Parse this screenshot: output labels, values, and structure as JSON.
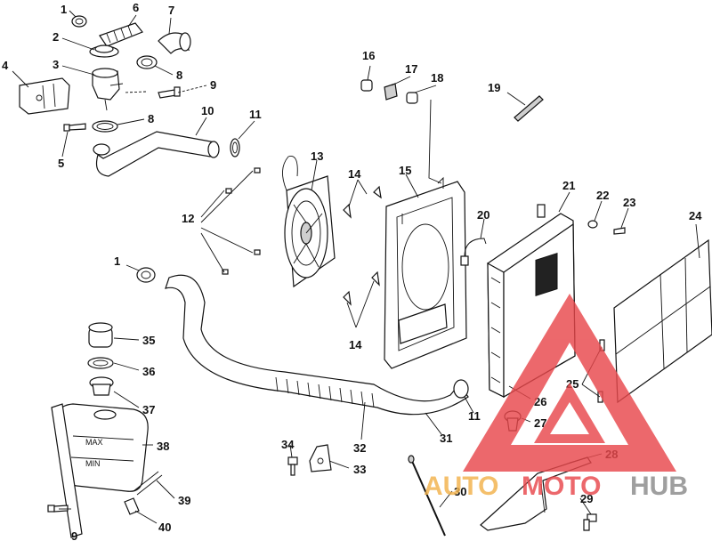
{
  "labels": {
    "l1a": "1",
    "l6": "6",
    "l7": "7",
    "l2": "2",
    "l8a": "8",
    "l3": "3",
    "l4": "4",
    "l9a": "9",
    "l8b": "8",
    "l10": "10",
    "l11a": "11",
    "l5": "5",
    "l16": "16",
    "l17": "17",
    "l18": "18",
    "l19": "19",
    "l13": "13",
    "l14a": "14",
    "l15": "15",
    "l12": "12",
    "l20": "20",
    "l21": "21",
    "l22": "22",
    "l23": "23",
    "l24": "24",
    "l1b": "1",
    "l14b": "14",
    "l35": "35",
    "l36": "36",
    "l37": "37",
    "l38": "38",
    "l25": "25",
    "l26": "26",
    "l27": "27",
    "l11b": "11",
    "l31": "31",
    "l32": "32",
    "l34": "34",
    "l33": "33",
    "l28": "28",
    "l30": "30",
    "l29": "29",
    "l39": "39",
    "l40": "40",
    "l9b": "9"
  },
  "tank_marks": {
    "max": "MAX",
    "min": "MIN"
  },
  "watermark": {
    "part1": "AUTO",
    "part2": "MOTO",
    "part3": "HUB",
    "color_red": "#e8484c",
    "color_orange": "#f2b24b",
    "color_gray": "#8a8a8a"
  }
}
